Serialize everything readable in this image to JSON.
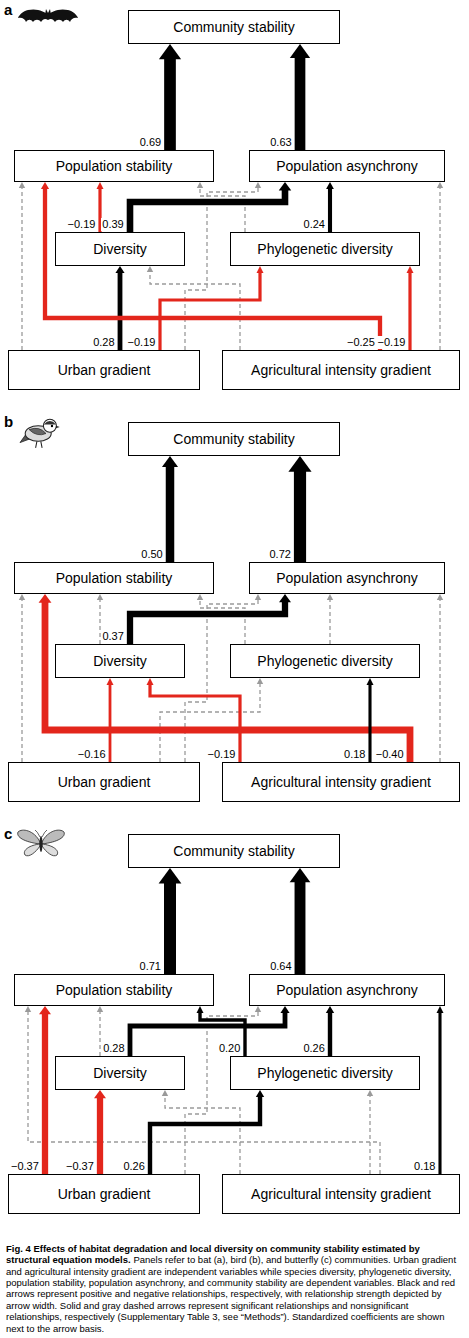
{
  "diagram": {
    "title": "Fig. 4 Effects of habitat degradation and local diversity on community stability estimated by structural equation models.",
    "caption": "Panels refer to bat (a), bird (b), and butterfly (c) communities. Urban gradient and agricultural intensity gradient are independent variables while species diversity, phylogenetic diversity, population stability, population asynchrony, and community stability are dependent variables. Black and red arrows represent positive and negative relationships, respectively, with relationship strength depicted by arrow width. Solid and gray dashed arrows represent significant relationships and nonsignificant relationships, respectively (Supplementary Table 3, see “Methods”). Standardized coefficients are shown next to the arrow basis.",
    "nodes": [
      {
        "text": [
          "Community stability"
        ]
      },
      {
        "text": [
          "Population stability"
        ]
      },
      {
        "text": [
          "Population asynchrony"
        ]
      },
      {
        "text": [
          "Diversity"
        ]
      },
      {
        "text": [
          "Phylogenetic diversity"
        ]
      },
      {
        "text": [
          "Urban gradient"
        ]
      },
      {
        "text": [
          "Agricultural intensity gradient"
        ]
      },
      {
        "text": [
          "Community stability"
        ]
      },
      {
        "text": [
          "Population stability"
        ]
      },
      {
        "text": [
          "Population asynchrony"
        ]
      },
      {
        "text": [
          "Diversity"
        ]
      },
      {
        "text": [
          "Phylogenetic diversity"
        ]
      },
      {
        "text": [
          "Urban gradient"
        ]
      },
      {
        "text": [
          "Agricultural intensity gradient"
        ]
      },
      {
        "text": [
          "Community stability"
        ]
      },
      {
        "text": [
          "Population stability"
        ]
      },
      {
        "text": [
          "Population asynchrony"
        ]
      },
      {
        "text": [
          "Diversity"
        ]
      },
      {
        "text": [
          "Phylogenetic diversity"
        ]
      },
      {
        "text": [
          "Urban gradient"
        ]
      },
      {
        "text": [
          "Agricultural intensity gradient"
        ]
      }
    ],
    "edges": [
      {
        "from": 1,
        "to": 0,
        "arrow": "to",
        "label": "0.69"
      },
      {
        "from": 2,
        "to": 0,
        "arrow": "to",
        "label": "0.63"
      },
      {
        "from": 3,
        "to": 1,
        "arrow": "to",
        "label": "−0.19"
      },
      {
        "from": 3,
        "to": 2,
        "arrow": "to",
        "label": "0.39"
      },
      {
        "from": 4,
        "to": 1,
        "arrow": "to"
      },
      {
        "from": 4,
        "to": 2,
        "arrow": "to",
        "label": "0.24"
      },
      {
        "from": 5,
        "to": 3,
        "arrow": "to",
        "label": "0.28"
      },
      {
        "from": 5,
        "to": 4,
        "arrow": "to",
        "label": "−0.19"
      },
      {
        "from": 5,
        "to": 1,
        "arrow": "to"
      },
      {
        "from": 5,
        "to": 2,
        "arrow": "to"
      },
      {
        "from": 6,
        "to": 1,
        "arrow": "to",
        "label": "−0.25"
      },
      {
        "from": 6,
        "to": 3,
        "arrow": "to"
      },
      {
        "from": 6,
        "to": 4,
        "arrow": "to",
        "label": "−0.19"
      },
      {
        "from": 6,
        "to": 2,
        "arrow": "to"
      },
      {
        "from": 8,
        "to": 7,
        "arrow": "to",
        "label": "0.50"
      },
      {
        "from": 9,
        "to": 7,
        "arrow": "to",
        "label": "0.72"
      },
      {
        "from": 10,
        "to": 8,
        "arrow": "to"
      },
      {
        "from": 10,
        "to": 9,
        "arrow": "to",
        "label": "0.37"
      },
      {
        "from": 11,
        "to": 8,
        "arrow": "to"
      },
      {
        "from": 11,
        "to": 9,
        "arrow": "to"
      },
      {
        "from": 12,
        "to": 10,
        "arrow": "to",
        "label": "−0.16"
      },
      {
        "from": 12,
        "to": 11,
        "arrow": "to"
      },
      {
        "from": 12,
        "to": 8,
        "arrow": "to"
      },
      {
        "from": 12,
        "to": 9,
        "arrow": "to"
      },
      {
        "from": 13,
        "to": 8,
        "arrow": "to",
        "label": "−0.40"
      },
      {
        "from": 13,
        "to": 10,
        "arrow": "to",
        "label": "−0.19"
      },
      {
        "from": 13,
        "to": 11,
        "arrow": "to",
        "label": "0.18"
      },
      {
        "from": 13,
        "to": 9,
        "arrow": "to"
      },
      {
        "from": 15,
        "to": 14,
        "arrow": "to",
        "label": "0.71"
      },
      {
        "from": 16,
        "to": 14,
        "arrow": "to",
        "label": "0.64"
      },
      {
        "from": 17,
        "to": 15,
        "arrow": "to"
      },
      {
        "from": 17,
        "to": 16,
        "arrow": "to",
        "label": "0.28"
      },
      {
        "from": 18,
        "to": 15,
        "arrow": "to",
        "label": "0.20"
      },
      {
        "from": 18,
        "to": 16,
        "arrow": "to",
        "label": "0.26"
      },
      {
        "from": 19,
        "to": 17,
        "arrow": "to",
        "label": "−0.37"
      },
      {
        "from": 19,
        "to": 18,
        "arrow": "to",
        "label": "0.26"
      },
      {
        "from": 19,
        "to": 15,
        "arrow": "to",
        "label": "−0.37"
      },
      {
        "from": 19,
        "to": 16,
        "arrow": "to"
      },
      {
        "from": 20,
        "to": 15,
        "arrow": "to"
      },
      {
        "from": 20,
        "to": 17,
        "arrow": "to"
      },
      {
        "from": 20,
        "to": 18,
        "arrow": "to"
      },
      {
        "from": 20,
        "to": 16,
        "arrow": "to",
        "label": "0.18"
      }
    ],
    "labels": [
      "a",
      "b",
      "c"
    ]
  }
}
